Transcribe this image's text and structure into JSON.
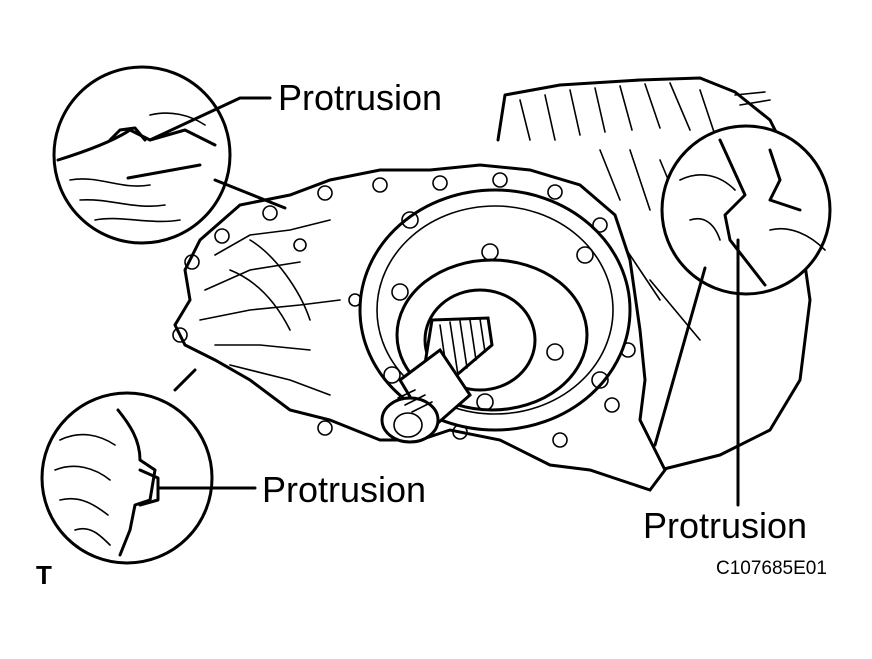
{
  "labels": {
    "protrusion_top": "Protrusion",
    "protrusion_left": "Protrusion",
    "protrusion_right": "Protrusion"
  },
  "figure_code": "C107685E01",
  "view_letter": "T"
}
